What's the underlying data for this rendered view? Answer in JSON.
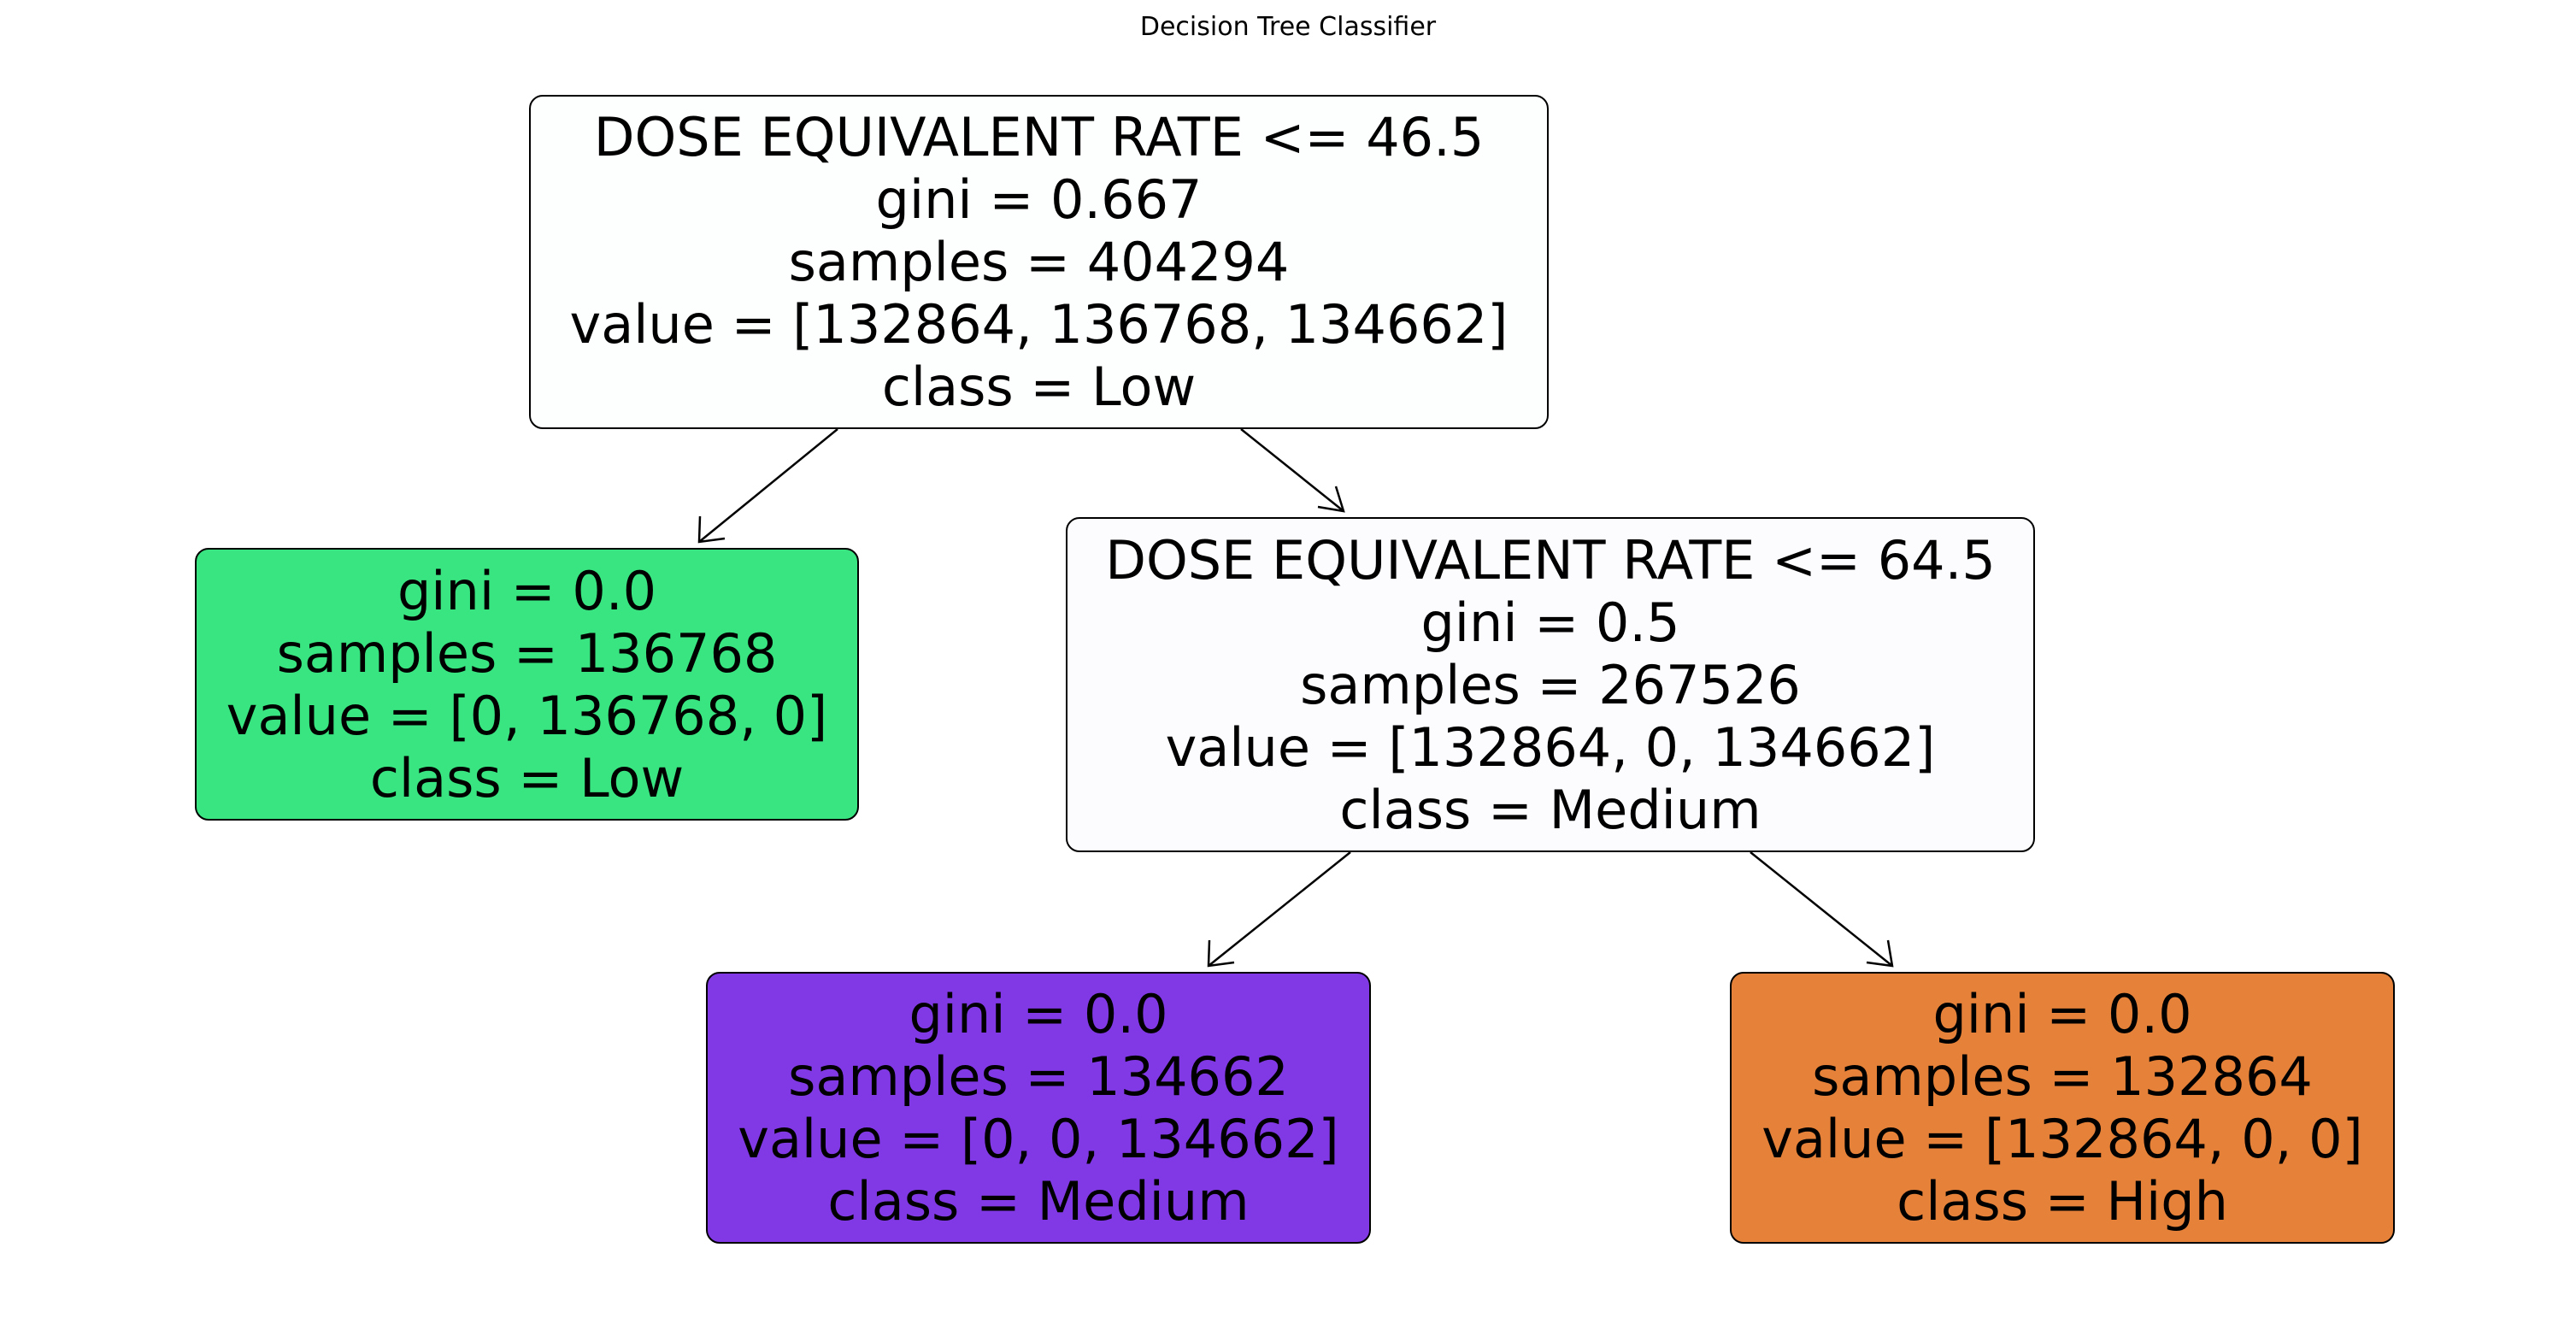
{
  "title": "Decision Tree Classifier",
  "nodes": [
    {
      "lines": [
        "DOSE EQUIVALENT RATE <= 46.5",
        "gini = 0.667",
        "samples = 404294",
        "value = [132864, 136768, 134662]",
        "class = Low"
      ],
      "fill": "#fdfefe"
    },
    {
      "lines": [
        "gini = 0.0",
        "samples = 136768",
        "value = [0, 136768, 0]",
        "class = Low"
      ],
      "fill": "#39e581"
    },
    {
      "lines": [
        "DOSE EQUIVALENT RATE <= 64.5",
        "gini = 0.5",
        "samples = 267526",
        "value = [132864, 0, 134662]",
        "class = Medium"
      ],
      "fill": "#fcfcff"
    },
    {
      "lines": [
        "gini = 0.0",
        "samples = 134662",
        "value = [0, 0, 134662]",
        "class = Medium"
      ],
      "fill": "#8139e5"
    },
    {
      "lines": [
        "gini = 0.0",
        "samples = 132864",
        "value = [132864, 0, 0]",
        "class = High"
      ],
      "fill": "#e58139"
    }
  ],
  "edge_color": "#000000"
}
